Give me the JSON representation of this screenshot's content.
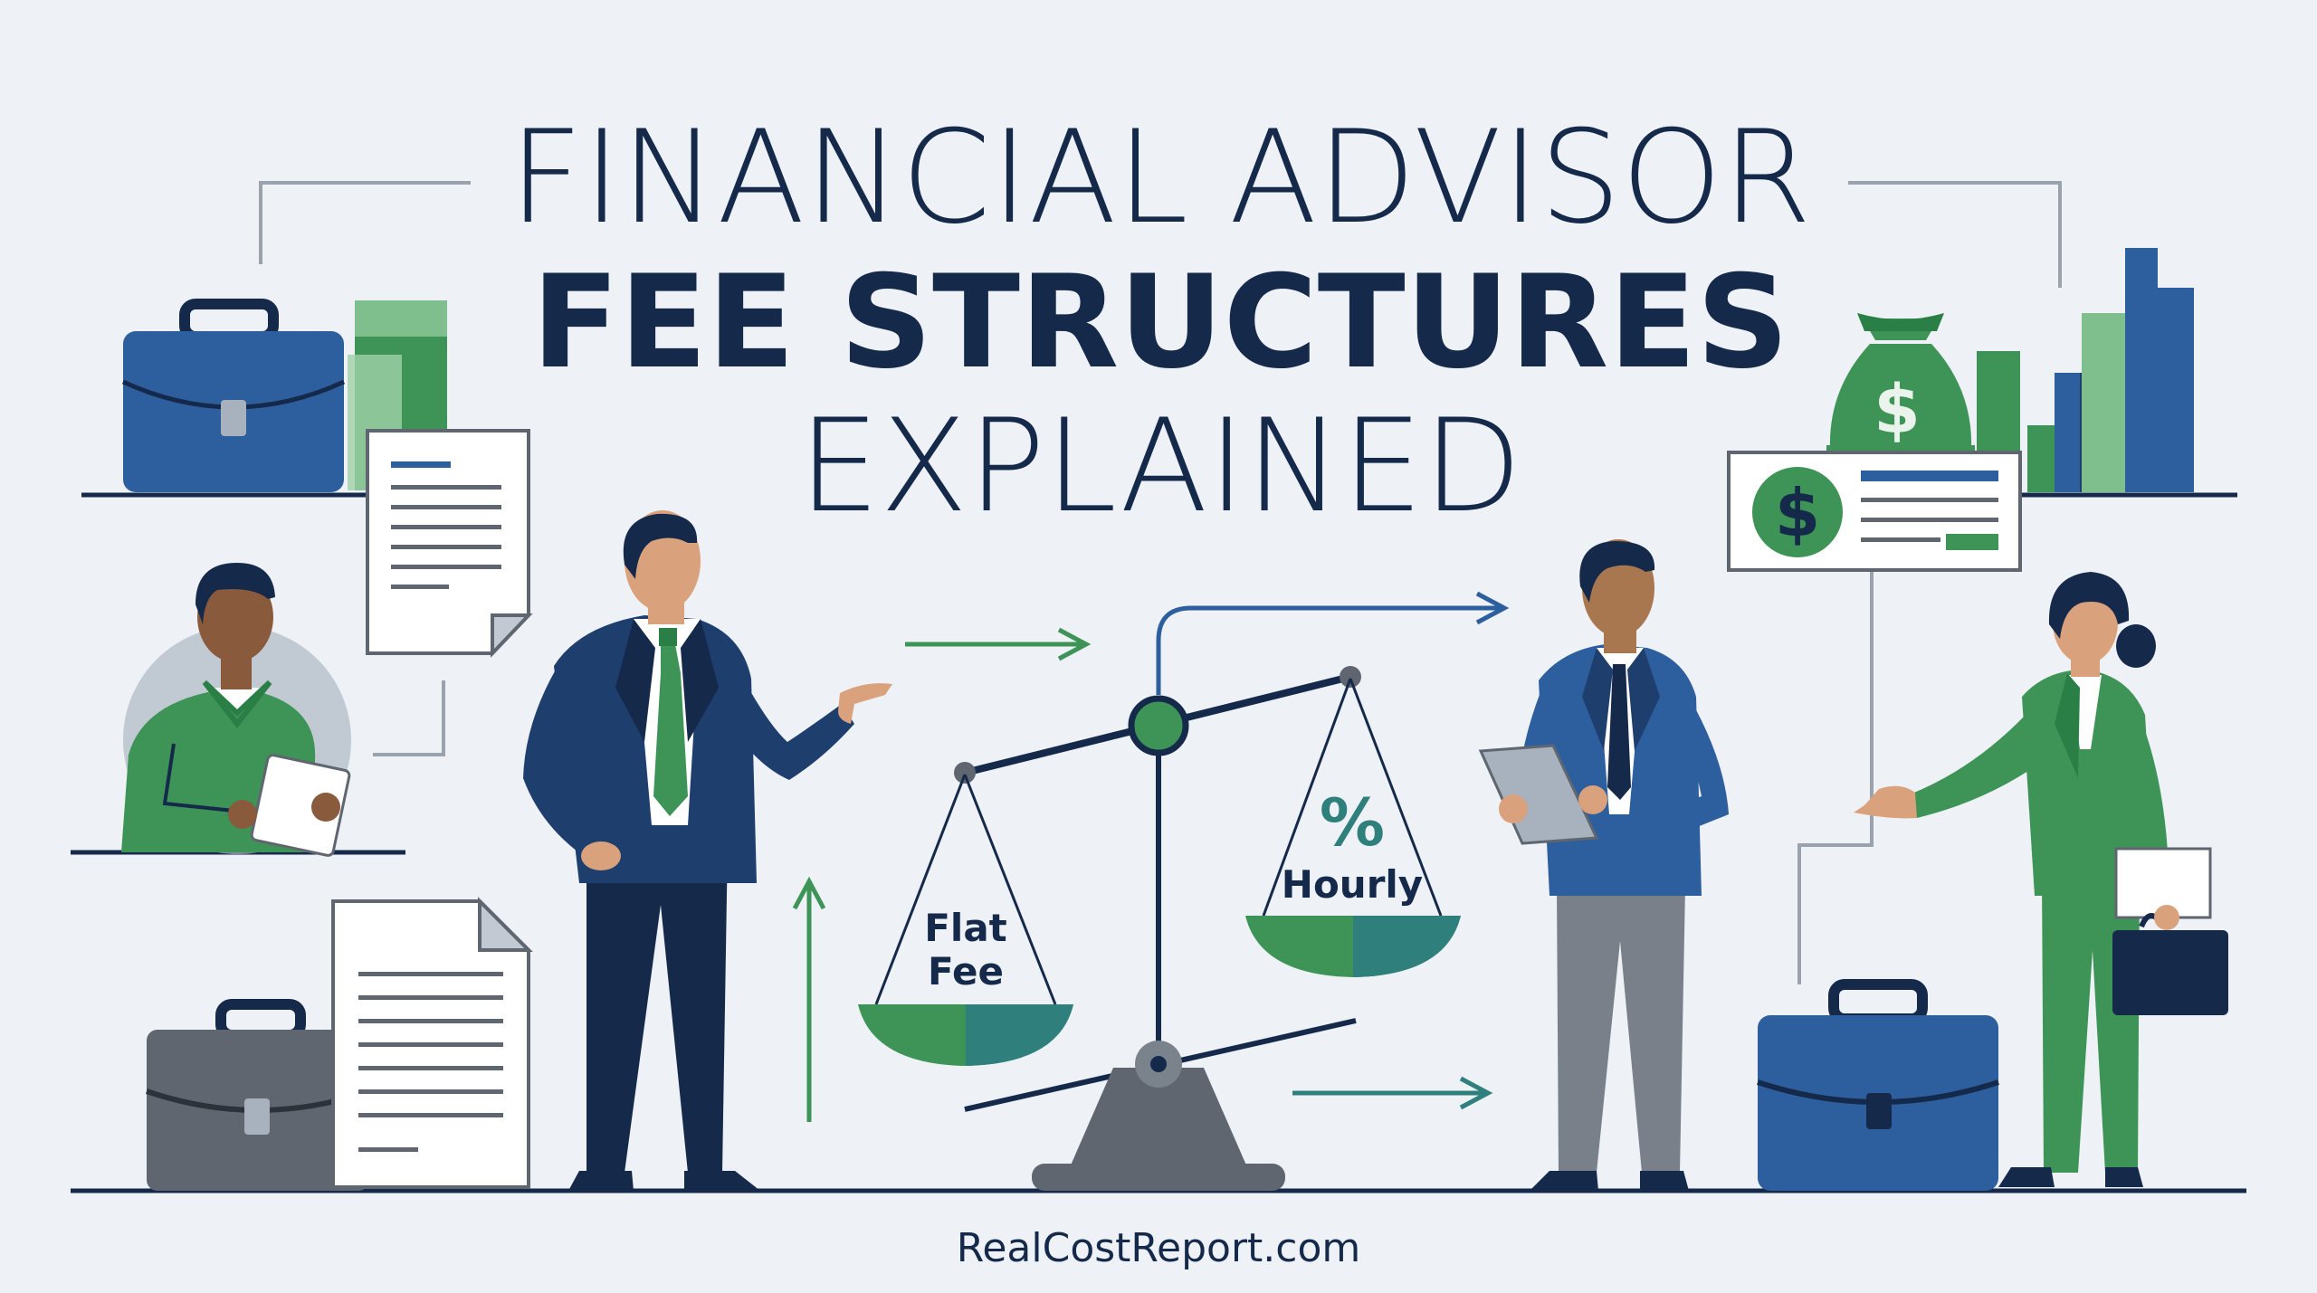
{
  "title": {
    "line1": "FINANCIAL ADVISOR",
    "line2": "FEE STRUCTURES",
    "line3": "EXPLAINED"
  },
  "scale": {
    "left_pan_line1": "Flat",
    "left_pan_line2": "Fee",
    "right_pan_symbol": "%",
    "right_pan_label": "Hourly"
  },
  "icons": {
    "dollar_symbol": "$"
  },
  "footer": {
    "site": "RealCostReport.com"
  },
  "colors": {
    "navy": "#15294a",
    "blue": "#2d5f9e",
    "green": "#3d9456",
    "teal": "#2f7f7c",
    "gray": "#5f6670",
    "background": "#eef1f6"
  }
}
